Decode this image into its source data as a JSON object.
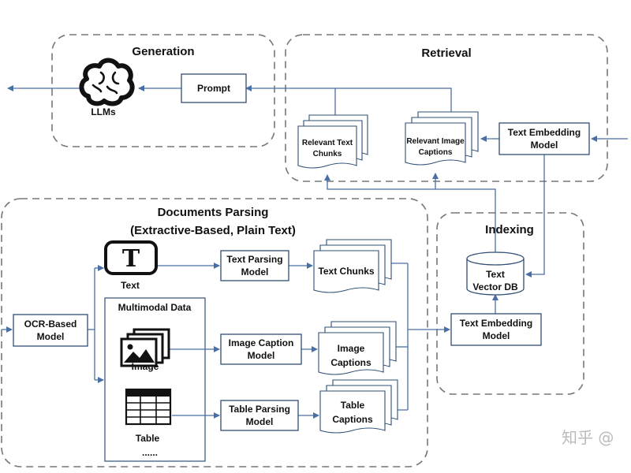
{
  "sections": {
    "generation": "Generation",
    "retrieval": "Retrieval",
    "parsing_line1": "Documents Parsing",
    "parsing_line2": "(Extractive-Based, Plain Text)",
    "indexing": "Indexing"
  },
  "nodes": {
    "llms": "LLMs",
    "prompt": "Prompt",
    "relevant_text_1": "Relevant Text",
    "relevant_text_2": "Chunks",
    "relevant_image_1": "Relevant Image",
    "relevant_image_2": "Captions",
    "retrieval_embedding_1": "Text Embedding",
    "retrieval_embedding_2": "Model",
    "text_icon_letter": "T",
    "text_label": "Text",
    "multimodal_title": "Multimodal Data",
    "image_label": "Image",
    "table_label": "Table",
    "ellipsis": "......",
    "ocr_1": "OCR-Based",
    "ocr_2": "Model",
    "text_parsing_1": "Text Parsing",
    "text_parsing_2": "Model",
    "image_caption_1": "Image Caption",
    "image_caption_2": "Model",
    "table_parsing_1": "Table Parsing",
    "table_parsing_2": "Model",
    "text_chunks": "Text Chunks",
    "image_captions_1": "Image",
    "image_captions_2": "Captions",
    "table_captions_1": "Table",
    "table_captions_2": "Captions",
    "vector_db_1": "Text",
    "vector_db_2": "Vector DB",
    "index_embedding_1": "Text Embedding",
    "index_embedding_2": "Model"
  },
  "watermark": "知乎 @",
  "colors": {
    "arrow": "#4a6fa5",
    "box_border": "#2f4f75",
    "section_border": "#777777",
    "text": "#111111"
  },
  "icons": [
    "brain-icon",
    "text-t-icon",
    "image-stack-icon",
    "table-icon",
    "database-icon"
  ]
}
